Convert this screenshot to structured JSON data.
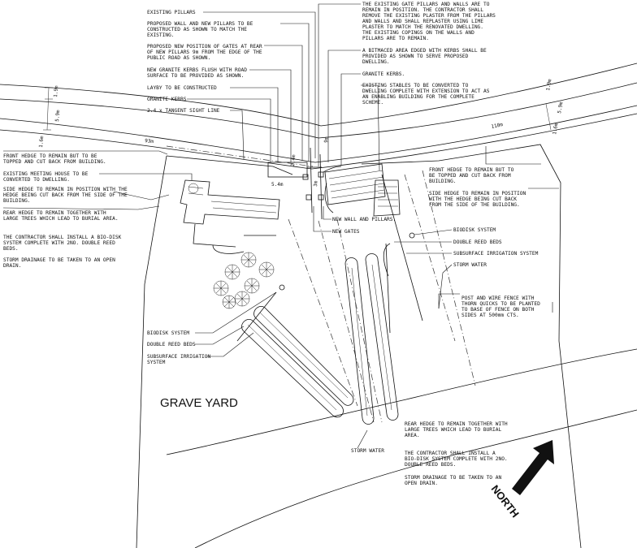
{
  "notes": {
    "existing_pillars": "EXISTING PILLARS",
    "proposed_wall_1": "PROPOSED WALL AND NEW PILLARS TO BE",
    "proposed_wall_2": "CONSTRUCTED AS SHOWN TO MATCH THE",
    "proposed_wall_3": "EXISTING.",
    "gates_1": "PROPOSED NEW POSITION OF GATES AT REAR",
    "gates_2": "OF NEW PILLARS 9m FROM THE EDGE OF THE",
    "gates_3": "PUBLIC ROAD AS SHOWN.",
    "kerbs_1": "NEW GRANITE KERBS FLUSH WITH ROAD",
    "kerbs_2": "SURFACE TO BE PROVIDED AS SHOWN.",
    "layby": "LAYBY TO BE CONSTRUCTED",
    "granite_kerbs_left": "GRANITE KERBS",
    "sight_line": "2.4 x TANGENT SIGHT LINE",
    "gate_pillars_1": "THE EXISTING GATE PILLARS AND WALLS ARE TO",
    "gate_pillars_2": "REMAIN IN POSITION. THE CONTRACTOR SHALL",
    "gate_pillars_3": "REMOVE THE EXISTING PLASTER FROM THE PILLARS",
    "gate_pillars_4": "AND WALLS AND SHALL REPLASTER USING LIME",
    "gate_pillars_5": "PLASTER TO MATCH THE RENOVATED DWELLING.",
    "gate_pillars_6": "THE EXISTING COPINGS ON THE WALLS AND",
    "gate_pillars_7": "PILLARS ARE TO REMAIN.",
    "bitmac_1": "A BITMACED AREA EDGED WITH KERBS SHALL BE",
    "bitmac_2": "PROVIDED AS SHOWN TO SERVE PROPOSED",
    "bitmac_3": "DWELLING.",
    "granite_kerbs_right": "GRANITE KERBS.",
    "stables_1": "EXISTING STABLES TO BE CONVERTED TO",
    "stables_2": "DWELLING COMPLETE WITH EXTENSION TO ACT AS",
    "stables_3": "AN ENABLING BUILDING FOR THE COMPLETE",
    "stables_4": "SCHEME.",
    "front_hedge_left_1": "FRONT HEDGE TO REMAIN BUT TO BE",
    "front_hedge_left_2": "TOPPED AND CUT BACK FROM BUILDING.",
    "meeting_house_1": "EXISTING MEETING HOUSE TO BE",
    "meeting_house_2": "CONVERTED TO DWELLING.",
    "side_hedge_left_1": "SIDE HEDGE TO REMAIN IN POSITION WITH THE",
    "side_hedge_left_2": "HEDGE BEING CUT BACK FROM THE SIDE OF THE",
    "side_hedge_left_3": "BUILDING.",
    "rear_hedge_left_1": "REAR HEDGE TO REMAIN TOGETHER WITH",
    "rear_hedge_left_2": "LARGE TREES WHICH LEAD TO BURIAL AREA.",
    "biodisk_left_1": "THE CONTRACTOR SHALL INSTALL A BIO-DISK",
    "biodisk_left_2": "SYSTEM COMPLETE WITH 2NO. DOUBLE REED",
    "biodisk_left_3": "BEDS.",
    "storm_left_1": "STORM DRAINAGE TO BE TAKEN TO AN OPEN",
    "storm_left_2": "DRAIN.",
    "front_hedge_right_1": "FRONT HEDGE TO REMAIN BUT TO",
    "front_hedge_right_2": "BE TOPPED AND CUT BACK FROM",
    "front_hedge_right_3": "BUILDING.",
    "side_hedge_right_1": "SIDE HEDGE TO REMAIN IN POSITION",
    "side_hedge_right_2": "WITH THE HEDGE BEING CUT BACK",
    "side_hedge_right_3": "FROM THE SIDE OF THE BUILDING.",
    "new_wall_pillars": "NEW WALL AND PILLARS.",
    "new_gates": "NEW GATES",
    "biodisk_system_r": "BIODISK SYSTEM",
    "double_reed_r": "DOUBLE REED BEDS",
    "subsurface_r": "SUBSURFACE IRRIGATION SYSTEM",
    "storm_water_r": "STORM WATER",
    "fence_1": "POST AND WIRE FENCE WITH",
    "fence_2": "THORN QUICKS TO BE PLANTED",
    "fence_3": "TO BASE OF FENCE ON BOTH",
    "fence_4": "SIDES AT 500mm CTS.",
    "biodisk_system_l": "BIODISK SYSTEM",
    "double_reed_l": "DOUBLE REED BEDS",
    "subsurface_l_1": "SUBSURFACE IRRIGATION",
    "subsurface_l_2": "SYSTEM",
    "grave_yard": "GRAVE YARD",
    "storm_water_bottom": "STORM WATER",
    "rear_hedge_right_1": "REAR HEDGE TO REMAIN TOGETHER WITH",
    "rear_hedge_right_2": "LARGE TREES WHICH LEAD TO BURIAL",
    "rear_hedge_right_3": "AREA.",
    "biodisk_right_1": "THE CONTRACTOR SHALL INSTALL A",
    "biodisk_right_2": "BIO-DISK SYSTEM COMPLETE WITH 2NO.",
    "biodisk_right_3": "DOUBLE REED BEDS.",
    "storm_right_1": "STORM DRAINAGE TO BE TAKEN TO AN",
    "storm_right_2": "OPEN DRAIN."
  },
  "dimensions": {
    "d_1_9_left": "1.9m",
    "d_5_9_left": "5.9m",
    "d_1_6_left": "1.6m",
    "d_93": "93m",
    "d_110": "110m",
    "d_1_9_right": "1.9m",
    "d_5_9_right": "5.9m",
    "d_1_6_right": "1.6m",
    "d_5_4": "5.4m",
    "d_2_4": "2.4m",
    "d_9m": "9m",
    "d_3m": "3m"
  },
  "north_label": "NORTH",
  "colors": {
    "ink": "#111111",
    "paper": "#ffffff"
  }
}
